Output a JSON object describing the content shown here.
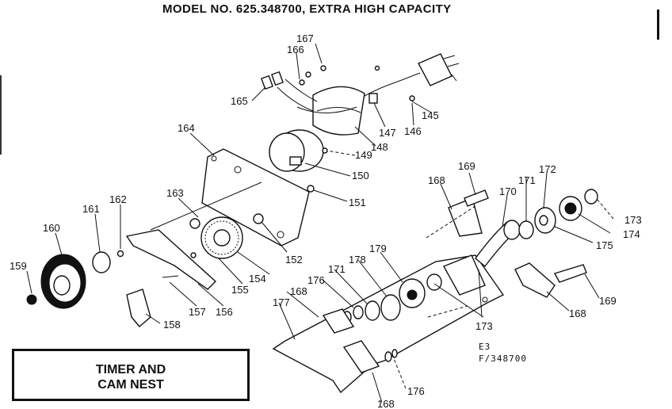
{
  "title": "MODEL NO. 625.348700, EXTRA HIGH CAPACITY",
  "caption": {
    "line1": "TIMER AND",
    "line2": "CAM NEST"
  },
  "reference": {
    "line1": "E3",
    "line2": "F/348700"
  },
  "callouts": [
    "167",
    "166",
    "165",
    "145",
    "146",
    "147",
    "148",
    "164",
    "149",
    "150",
    "151",
    "163",
    "162",
    "161",
    "160",
    "159",
    "152",
    "154",
    "155",
    "156",
    "157",
    "158",
    "169",
    "168",
    "170",
    "171",
    "172",
    "173",
    "174",
    "175",
    "179",
    "178",
    "171",
    "176",
    "168",
    "177",
    "173",
    "168",
    "169",
    "168",
    "176"
  ]
}
